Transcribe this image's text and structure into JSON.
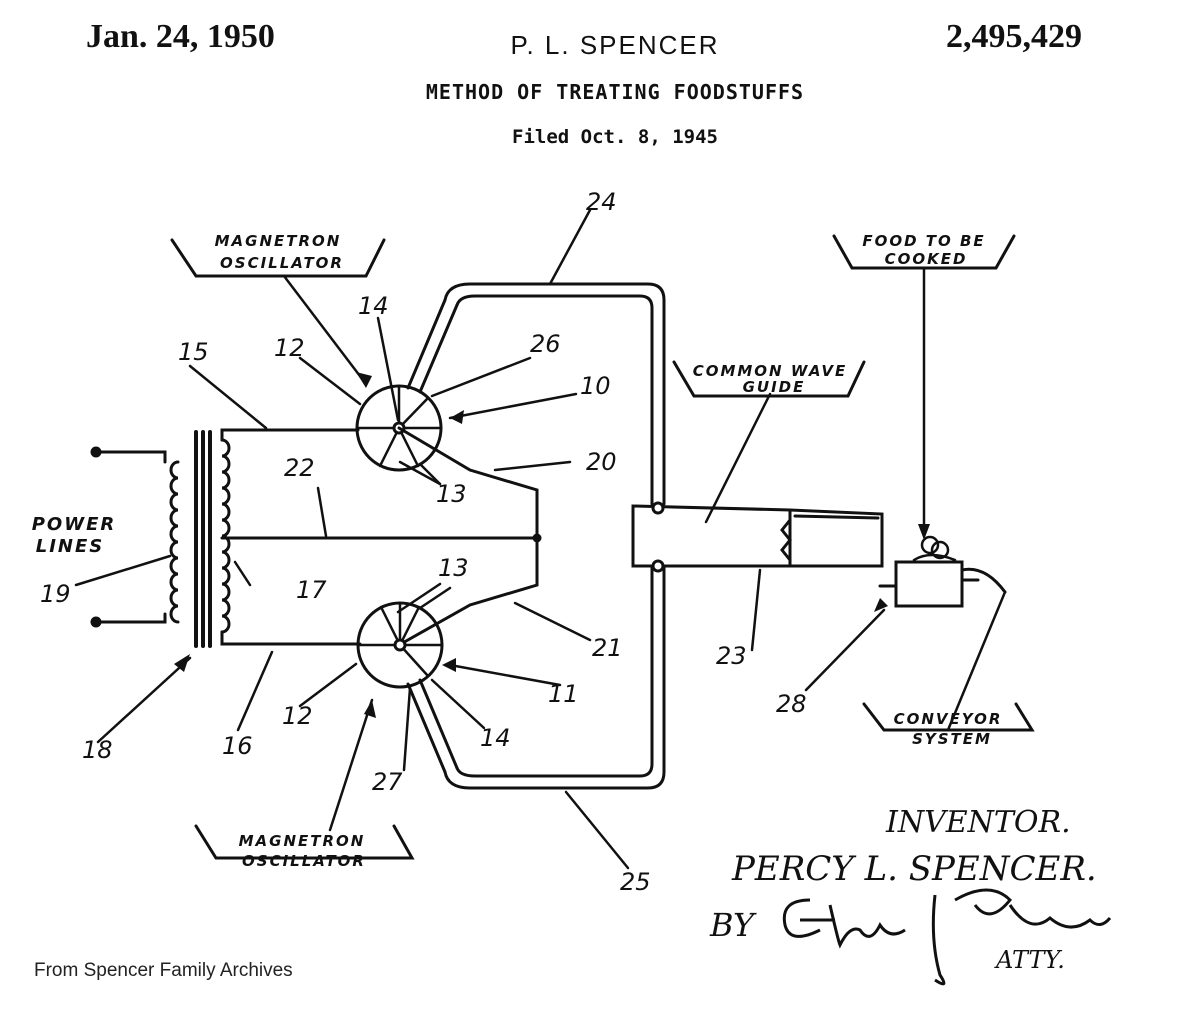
{
  "header": {
    "date": "Jan. 24, 1950",
    "inventor": "P. L. SPENCER",
    "patent_number": "2,495,429",
    "title": "METHOD OF TREATING FOODSTUFFS",
    "filed": "Filed Oct. 8, 1945"
  },
  "labels": {
    "magnetron_top": [
      "MAGNETRON",
      "OSCILLATOR"
    ],
    "magnetron_bottom": [
      "MAGNETRON",
      "OSCILLATOR"
    ],
    "power_lines": [
      "POWER",
      "LINES"
    ],
    "common_wave_guide": [
      "COMMON WAVE",
      "GUIDE"
    ],
    "food_to_be_cooked": [
      "FOOD TO BE",
      "COOKED"
    ],
    "conveyor_system": [
      "CONVEYOR",
      "SYSTEM"
    ]
  },
  "ref_numerals": {
    "n10": "10",
    "n11": "11",
    "n12a": "12",
    "n12b": "12",
    "n13a": "13",
    "n13b": "13",
    "n14a": "14",
    "n14b": "14",
    "n15": "15",
    "n16": "16",
    "n17": "17",
    "n18": "18",
    "n19": "19",
    "n20": "20",
    "n21": "21",
    "n22": "22",
    "n23": "23",
    "n24": "24",
    "n25": "25",
    "n26": "26",
    "n27": "27",
    "n28": "28"
  },
  "signature": {
    "inventor_heading": "INVENTOR.",
    "inventor_name": "PERCY L. SPENCER.",
    "by": "BY",
    "attorney": "ATTY."
  },
  "credit": "From Spencer Family Archives"
}
